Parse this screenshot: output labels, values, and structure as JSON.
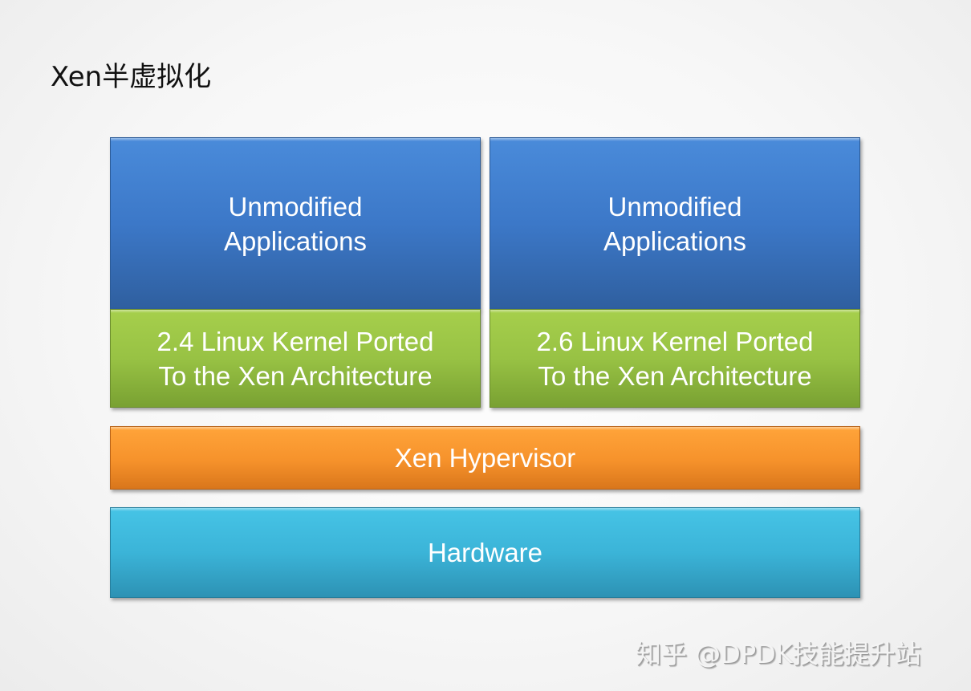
{
  "title": "Xen半虚拟化",
  "diagram": {
    "guests": [
      {
        "applications": {
          "line1": "Unmodified",
          "line2": "Applications",
          "color": "#3c78c8"
        },
        "kernel": {
          "line1": "2.4 Linux Kernel Ported",
          "line2": "To the Xen Architecture",
          "color": "#98c244"
        }
      },
      {
        "applications": {
          "line1": "Unmodified",
          "line2": "Applications",
          "color": "#3c78c8"
        },
        "kernel": {
          "line1": "2.6 Linux Kernel Ported",
          "line2": "To the Xen Architecture",
          "color": "#98c244"
        }
      }
    ],
    "hypervisor": {
      "label": "Xen Hypervisor",
      "color": "#f6922b"
    },
    "hardware": {
      "label": "Hardware",
      "color": "#3bb4d8"
    }
  },
  "watermark": "知乎 @DPDK技能提升站"
}
